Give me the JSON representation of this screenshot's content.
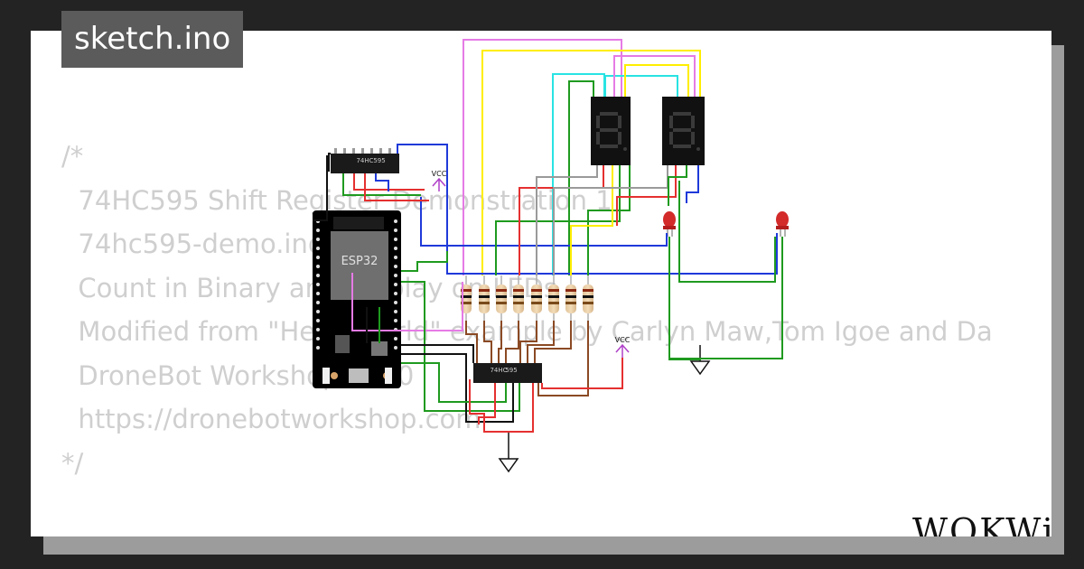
{
  "project": {
    "filename": "sketch.ino"
  },
  "code_lines": [
    "/*",
    "  74HC595 Shift Register Demonstration 1",
    "  74hc595-demo.ino",
    "  Count in Binary and Display on LEDs",
    "",
    "  Modified from \"Hello World\" example by Carlyn Maw,Tom Igoe and Da",
    "",
    "  DroneBot Workshop 2020",
    "  https://dronebotworkshop.com",
    "*/"
  ],
  "circuit": {
    "esp32_label": "ESP32",
    "shift_register_label_top": "74HC",
    "shift_register_label_bottom": "595",
    "vcc_label": "VCC",
    "led_color": "#d32a2a",
    "segment_color": "#3a3a3a"
  },
  "brand": {
    "logo_text": "WOKWi"
  },
  "colors": {
    "background": "#232323",
    "card": "#ffffff",
    "tab": "#5b5b5b",
    "code_text": "#cfcfcf"
  }
}
